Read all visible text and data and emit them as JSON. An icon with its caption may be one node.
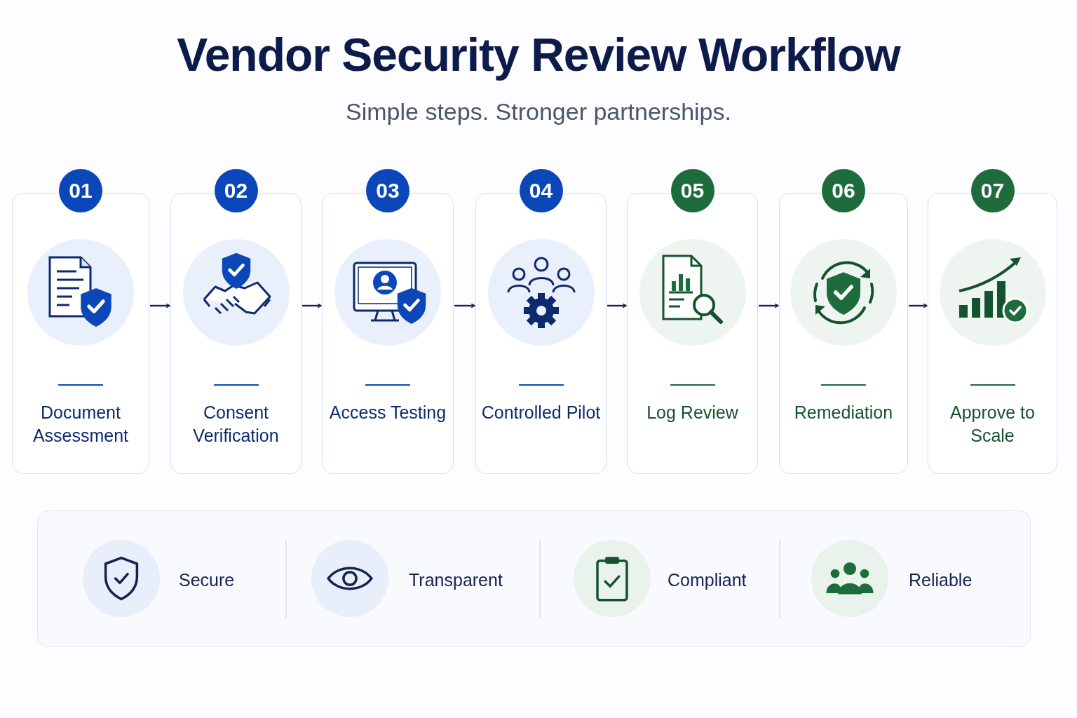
{
  "diagram": {
    "title": "Vendor Security Review Workflow",
    "nodes": [
      {
        "text": [
          "01",
          "Document Assessment"
        ]
      },
      {
        "text": [
          "02",
          "Consent Verification"
        ]
      },
      {
        "text": [
          "03",
          "Access Testing"
        ]
      },
      {
        "text": [
          "04",
          "Controlled Pilot"
        ]
      },
      {
        "text": [
          "05",
          "Log Review"
        ]
      },
      {
        "text": [
          "06",
          "Remediation"
        ]
      },
      {
        "text": [
          "07",
          "Approve to Scale"
        ]
      }
    ],
    "edges": [
      {
        "from": 0,
        "to": 1,
        "arrow": "to"
      },
      {
        "from": 1,
        "to": 2,
        "arrow": "to"
      },
      {
        "from": 2,
        "to": 3,
        "arrow": "to"
      },
      {
        "from": 3,
        "to": 4,
        "arrow": "to"
      },
      {
        "from": 4,
        "to": 5,
        "arrow": "to"
      },
      {
        "from": 5,
        "to": 6,
        "arrow": "to"
      }
    ],
    "labels": [
      "Simple steps. Stronger partnerships.",
      "Secure",
      "Transparent",
      "Compliant",
      "Reliable"
    ]
  }
}
